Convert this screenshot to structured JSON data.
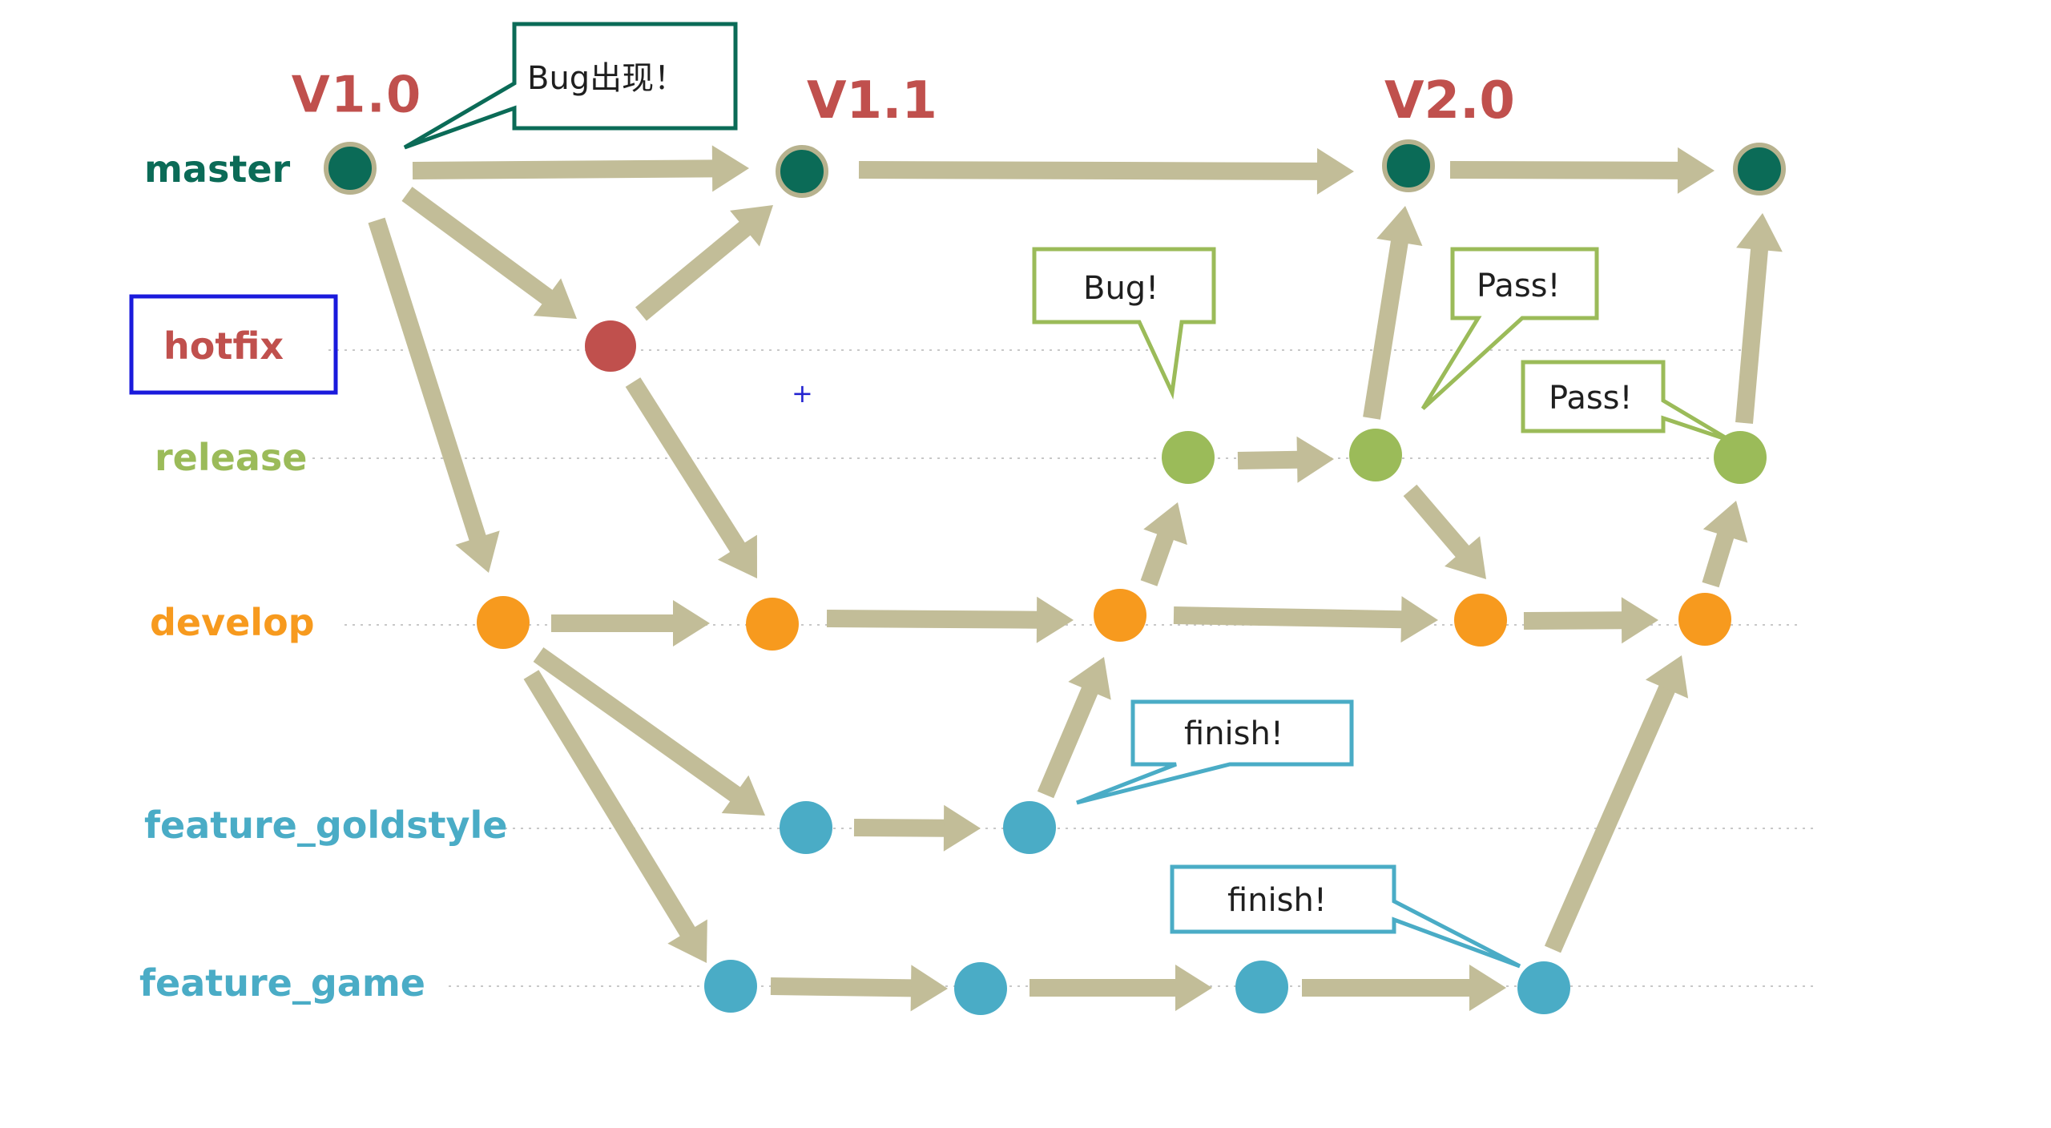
{
  "colors": {
    "master": "#0b6b57",
    "hotfix": "#c0504d",
    "release": "#9bbb59",
    "develop": "#f79a1e",
    "feature": "#4aacc6",
    "version": "#c0504d",
    "arrow": "#c2bd98",
    "hotfix_box": "#1a1adc"
  },
  "branches": {
    "master": "master",
    "hotfix": "hotfix",
    "release": "release",
    "develop": "develop",
    "feature_goldstyle": "feature_goldstyle",
    "feature_game": "feature_game"
  },
  "versions": {
    "v1_0": "V1.0",
    "v1_1": "V1.1",
    "v2_0": "V2.0"
  },
  "callouts": {
    "bug_appears": "Bug出现！",
    "release_bug": "Bug!",
    "release_pass_1": "Pass!",
    "release_pass_2": "Pass!",
    "goldstyle_finish": "finish!",
    "game_finish": "finish!"
  },
  "cursor_glyph": "+"
}
